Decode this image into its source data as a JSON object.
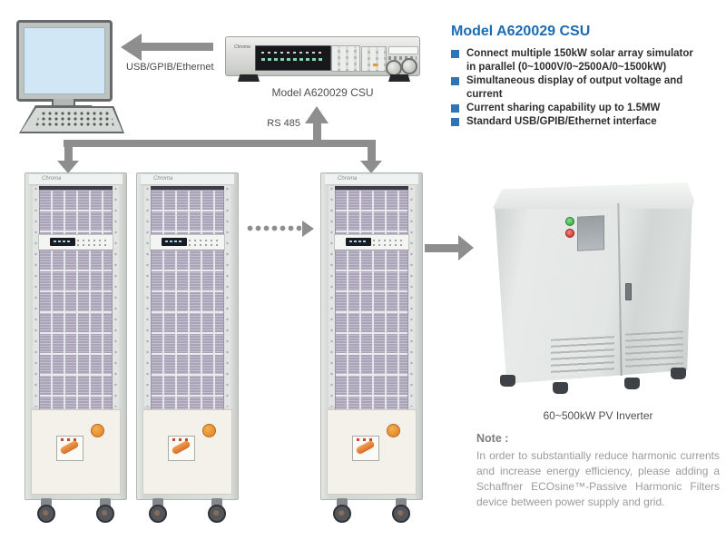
{
  "connections": {
    "usb_label": "USB/GPIB/Ethernet",
    "rs485_label": "RS 485"
  },
  "csu": {
    "brand": "Chroma",
    "caption": "Model A620029 CSU"
  },
  "features": {
    "title": "Model A620029 CSU",
    "items": [
      {
        "lines": [
          "Connect multiple 150kW solar array simulator",
          "in parallel (0~1000V/0~2500A/0~1500kW)"
        ]
      },
      {
        "lines": [
          "Simultaneous display of output voltage and current"
        ]
      },
      {
        "lines": [
          "Current sharing capability up to 1.5MW"
        ]
      },
      {
        "lines": [
          "Standard USB/GPIB/Ethernet interface"
        ]
      }
    ]
  },
  "racks": {
    "brand": "Chroma",
    "count": 3
  },
  "inverter": {
    "caption": "60~500kW PV Inverter"
  },
  "note": {
    "label": "Note :",
    "body": "In order to substantially reduce harmonic currents and increase energy efficiency, please adding a Schaffner ECOsine™-Passive Harmonic Filters device between power supply and grid."
  },
  "colors": {
    "accent_blue": "#1c6cb4",
    "bullet_blue": "#2f74b6",
    "arrow_gray": "#8e8e8e",
    "led_green": "#3db54a",
    "led_red": "#c62323",
    "estop_orange": "#dd7d22",
    "grille_purple": "#aba3b8"
  }
}
